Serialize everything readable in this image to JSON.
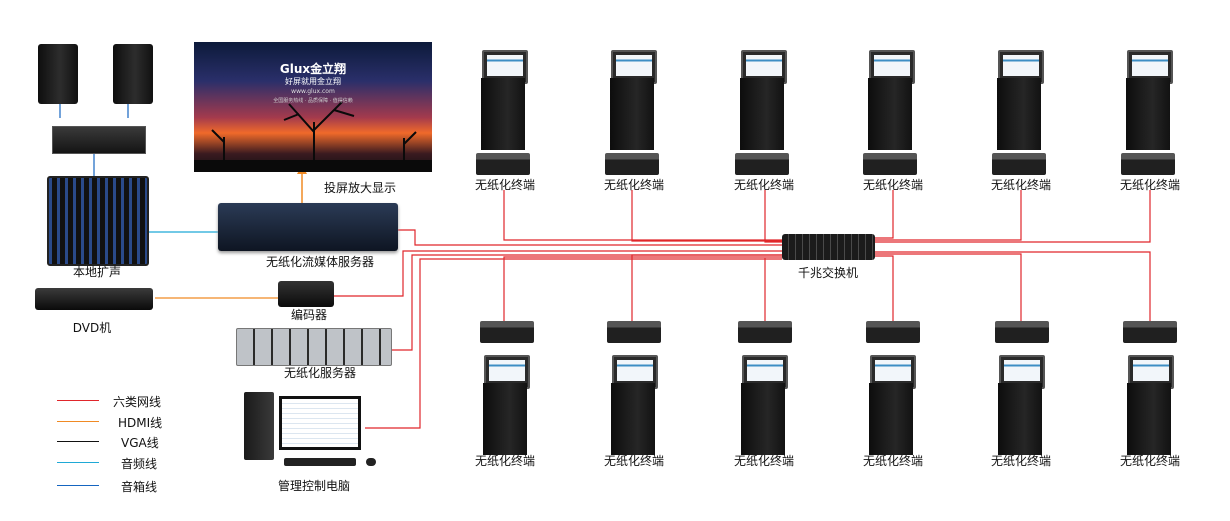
{
  "labels": {
    "projection": "投屏放大显示",
    "terminal": "无纸化终端",
    "streaming_server": "无纸化流媒体服务器",
    "switch": "千兆交换机",
    "encoder": "编码器",
    "paperless_server": "无纸化服务器",
    "mgmt_pc": "管理控制电脑",
    "local_pa": "本地扩声",
    "dvd": "DVD机"
  },
  "screen": {
    "brand": "Glux金立翔",
    "slogan": "好屏就用金立翔",
    "url": "www.glux.com",
    "fine_print": "全国服务热线 · 品质保障 · 值得信赖"
  },
  "legend": [
    {
      "label": "六类网线",
      "color": "#e0262b"
    },
    {
      "label": "HDMI线",
      "color": "#f08a24"
    },
    {
      "label": "VGA线",
      "color": "#111111"
    },
    {
      "label": "音频线",
      "color": "#1fa9d6"
    },
    {
      "label": "音箱线",
      "color": "#1565c0"
    }
  ],
  "colors": {
    "network": "#e0262b",
    "hdmi": "#f08a24",
    "audio": "#1fa9d6",
    "speaker": "#1565c0"
  },
  "top_row_terminals": 6,
  "bottom_row_terminals": 6
}
